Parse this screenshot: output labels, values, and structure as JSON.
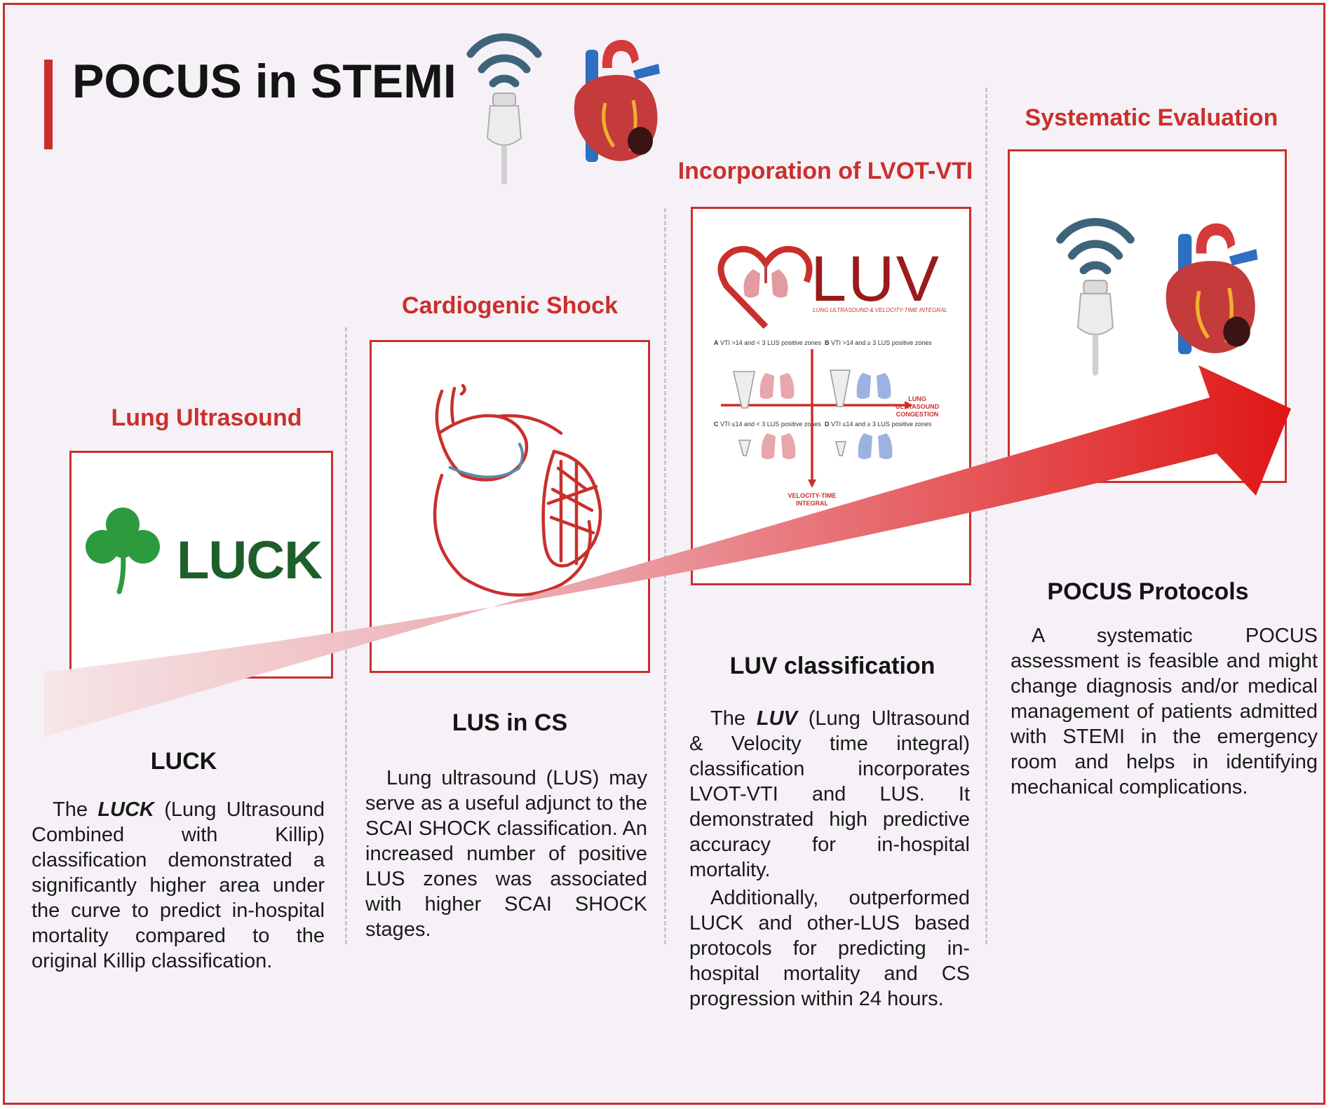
{
  "title": "POCUS in STEMI",
  "colors": {
    "accent": "#c9302c",
    "shamrock": "#2e9a3e",
    "luck_text": "#1e5e2a",
    "probe_waves": "#3e6479",
    "background": "#f5f1f6"
  },
  "steps": [
    {
      "title": "Lung Ultrasound",
      "card_logo_text": "LUCK",
      "heading": "LUCK",
      "paragraphs": [
        "The LUCK (Lung Ultrasound Combined with Killip) classification demonstrated a significantly higher area under the curve to predict in-hospital mortality compared to the original Killip classification."
      ]
    },
    {
      "title": "Cardiogenic Shock",
      "heading": "LUS in CS",
      "paragraphs": [
        "Lung ultrasound (LUS) may serve as a useful adjunct to the SCAI SHOCK classification. An increased number of positive LUS zones was associated with higher SCAI SHOCK stages."
      ]
    },
    {
      "title": "Incorporation of LVOT-VTI",
      "heading": "LUV classification",
      "luv": {
        "logo_text": "LUV",
        "subtitle": "LUNG ULTRASOUND & VELOCITY-TIME INTEGRAL",
        "quadrants": [
          {
            "letter": "A",
            "label": "VTI >14 and < 3 LUS positive zones"
          },
          {
            "letter": "B",
            "label": "VTI >14 and ≥ 3 LUS positive zones"
          },
          {
            "letter": "C",
            "label": "VTI ≤14 and < 3 LUS positive zones"
          },
          {
            "letter": "D",
            "label": "VTI ≤14 and ≥ 3 LUS positive zones"
          }
        ],
        "x_axis_label": [
          "LUNG",
          "ULTRASOUND",
          "CONGESTION"
        ],
        "y_axis_label": [
          "VELOCITY-TIME",
          "INTEGRAL"
        ]
      },
      "paragraphs": [
        "The LUV (Lung Ultrasound & Velocity time integral) classification incorporates LVOT-VTI and LUS. It demonstrated high predictive accuracy for in-hospital mortality.",
        "Additionally, outperformed LUCK and other-LUS based protocols for predicting in-hospital mortality and CS progression within 24 hours."
      ]
    },
    {
      "title": "Systematic Evaluation",
      "heading": "POCUS Protocols",
      "paragraphs": [
        "A systematic POCUS assessment is feasible and might change diagnosis and/or medical management of patients admitted with STEMI in the emergency room and helps in identifying mechanical complications."
      ]
    }
  ]
}
